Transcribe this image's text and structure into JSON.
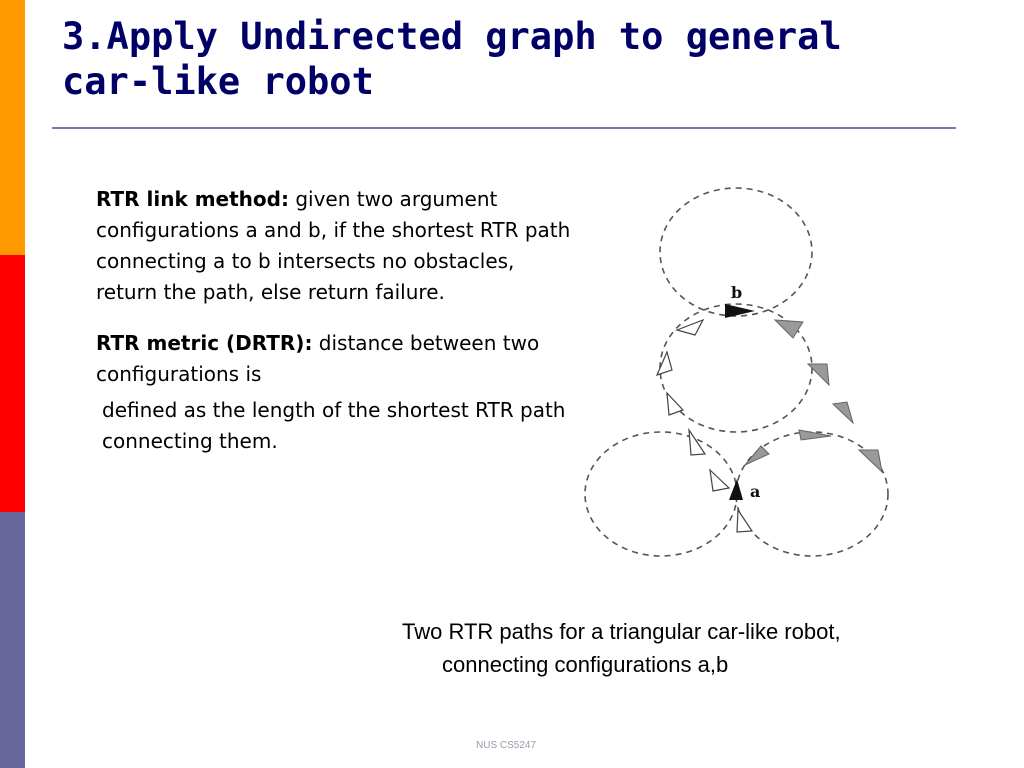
{
  "slide": {
    "title_line1": "3.Apply Undirected graph to general",
    "title_line2": "car-like robot",
    "colors": {
      "accent_orange": "#FF9900",
      "accent_red": "#FF0000",
      "accent_purple": "#66669A",
      "title": "#000066"
    }
  },
  "content": {
    "p1_label": "RTR link method:",
    "p1_text": " given two argument configurations a and b, if the shortest RTR path connecting a to b intersects no obstacles, return the path, else return failure.",
    "p2_label": "RTR metric (DRTR):",
    "p2_text": " distance between two configurations is",
    "p2_cont": "defined as the length of the shortest RTR path connecting them."
  },
  "figure": {
    "label_b": "b",
    "label_a": "a",
    "caption_line1": "Two RTR paths for a triangular car-like robot,",
    "caption_line2": "connecting configurations a,b"
  },
  "footer": {
    "text": "NUS CS5247"
  }
}
